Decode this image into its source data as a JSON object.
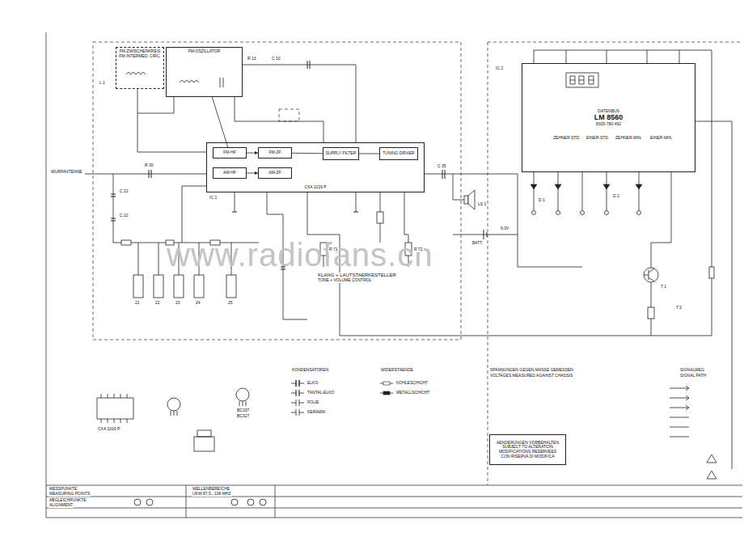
{
  "diagram": {
    "nodes": [
      {
        "text": [
          "FM-ZWISCHENKREIS",
          "FM-INTERMED. CIRC."
        ]
      },
      {
        "text": [
          "FM-OSZILLATOR"
        ]
      },
      {
        "text": [
          "CXA 1019 P"
        ]
      },
      {
        "text": [
          "FM-HF"
        ],
        "in": 2
      },
      {
        "text": [
          "FM-ZF"
        ],
        "in": 2
      },
      {
        "text": [
          "SUPPLY FILTER"
        ],
        "in": 2
      },
      {
        "text": [
          "TUNING DRIVER"
        ],
        "in": 2
      },
      {
        "text": [
          "AM-HF"
        ],
        "in": 2
      },
      {
        "text": [
          "AM-ZF"
        ],
        "in": 2
      },
      {
        "text": [
          "DATENBUS",
          "LM 8560",
          "8305-780-492"
        ]
      },
      {
        "text": [
          "AENDERUNGEN VORBEHALTEN",
          "SUBJECT TO ALTERATION",
          "MODIFICATIONS RESERVEES",
          "CON RISERVA DI MODIFICA"
        ]
      }
    ],
    "edges": [
      {
        "from": 1,
        "to": 3,
        "arrow": "none"
      },
      {
        "from": 3,
        "to": 4,
        "arrow": "to"
      },
      {
        "from": 7,
        "to": 8,
        "arrow": "to"
      },
      {
        "from": 4,
        "to": 5,
        "arrow": "none"
      },
      {
        "from": 5,
        "to": 6,
        "arrow": "none"
      }
    ],
    "labels": [
      "WURFANTENNE",
      "KLANG + LAUTSTAERKESTELLER",
      "TONE + VOLUME CONTROL",
      "www.radiofans.cn",
      "ZEHNER-STD.",
      "EINER-STD.",
      "ZEHNER-MIN.",
      "EINER-MIN.",
      "9,0V",
      "BATT.",
      "21",
      "22",
      "23",
      "24",
      "25",
      "IC 1",
      "IC 2",
      "R 13",
      "C 10",
      "L 1",
      "C 21",
      "C 22",
      "R 30",
      "C 35",
      "R 71",
      "R 72",
      "LS 1",
      "T 1",
      "T 2",
      "D 1",
      "D 2",
      "CXA 1019 P",
      "BC337",
      "BC327",
      "WELLENBEREICHE",
      "UKW 87,5...108 MHZ",
      "MESSPUNKTE",
      "MEASURING POINTS",
      "ABGLEICHPUNKTE",
      "ALIGNMENT",
      "KONDENSATOREN",
      "WIDERSTAENDE",
      "SPANNUNGEN GEGEN MASSE GEMESSEN",
      "VOLTAGES MEASURED AGAINST CHASSIS",
      "SIGNALWEG",
      "SIGNAL PATH"
    ],
    "legend": [
      {
        "text": "ELKO"
      },
      {
        "text": "TANTAL-ELKO"
      },
      {
        "text": "FOLIE"
      },
      {
        "text": "KERAMIK"
      },
      {
        "text": "KOHLESCHICHT"
      },
      {
        "text": "METALLSCHICHT"
      }
    ]
  }
}
